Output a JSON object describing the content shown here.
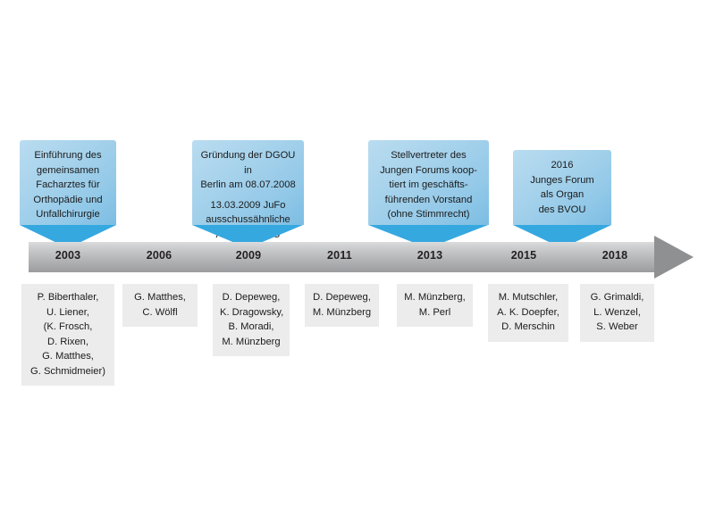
{
  "figure": {
    "type": "timeline",
    "title": "",
    "accent_blue": "#35a8e0",
    "callout_fill": "#a8d3ec",
    "bar_gray": "#b4b5b7",
    "name_box_gray": "#ececec"
  },
  "axis": {
    "years": [
      "2003",
      "2006",
      "2009",
      "2011",
      "2013",
      "2015",
      "2018"
    ]
  },
  "callouts": [
    {
      "year": "2003",
      "lines": [
        "Einführung des",
        "gemeinsamen",
        "Facharztes für",
        "Orthopädie und",
        "Unfallchirurgie"
      ]
    },
    {
      "year": "2009",
      "lines": [
        "Gründung der DGOU in",
        "Berlin am 08.07.2008"
      ],
      "lines2": [
        "13.03.2009 JuFo",
        "ausschussähnliche",
        "AG der DGOU"
      ]
    },
    {
      "year": "2013",
      "lines": [
        "Stellvertreter des",
        "Jungen Forums koop-",
        "tiert im geschäfts-",
        "führenden Vorstand",
        "(ohne Stimmrecht)"
      ]
    },
    {
      "year": "2015",
      "lines": [
        "2016",
        "Junges Forum",
        "als Organ",
        "des BVOU"
      ]
    }
  ],
  "people": [
    {
      "year": "2003",
      "names": [
        "P. Biberthaler,",
        "U. Liener,",
        "(K. Frosch,",
        "D. Rixen,",
        "G. Matthes,",
        "G. Schmidmeier)"
      ]
    },
    {
      "year": "2006",
      "names": [
        "G. Matthes,",
        "C. Wölfl"
      ]
    },
    {
      "year": "2009",
      "names": [
        "D. Depeweg,",
        "K. Dragowsky,",
        "B. Moradi,",
        "M. Münzberg"
      ]
    },
    {
      "year": "2011",
      "names": [
        "D. Depeweg,",
        "M. Münzberg"
      ]
    },
    {
      "year": "2013",
      "names": [
        "M. Münzberg,",
        "M. Perl"
      ]
    },
    {
      "year": "2015",
      "names": [
        "M. Mutschler,",
        "A. K. Doepfer,",
        "D. Merschin"
      ]
    },
    {
      "year": "2018",
      "names": [
        "G. Grimaldi,",
        "L. Wenzel,",
        "S. Weber"
      ]
    }
  ]
}
